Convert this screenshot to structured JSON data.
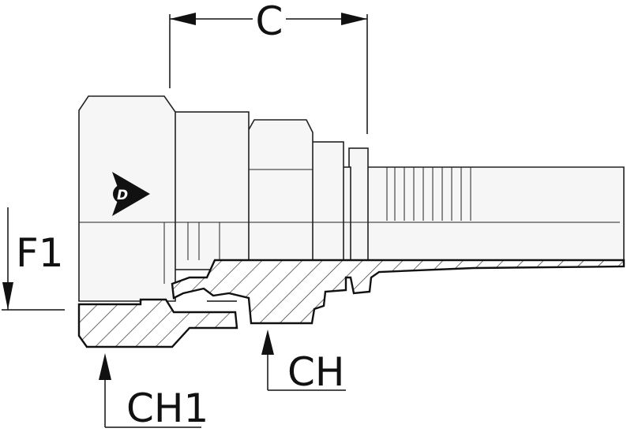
{
  "dimensions": {
    "c_label": "C",
    "f1_label": "F1",
    "ch_label": "CH",
    "ch1_label": "CH1"
  },
  "brand": {
    "logo_letter": "D"
  }
}
